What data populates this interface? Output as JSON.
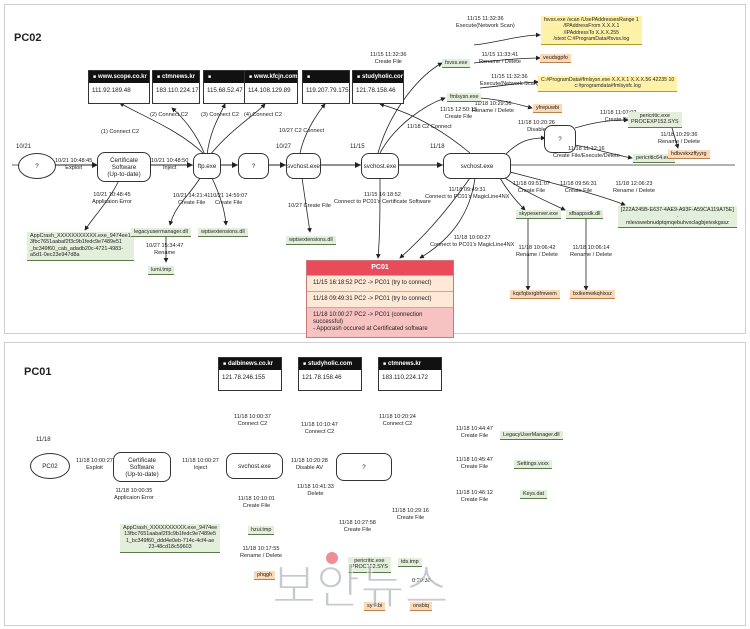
{
  "pc02": {
    "title": "PC02",
    "dates": [
      "10/21",
      "10/27",
      "11/15",
      "11/18"
    ],
    "nodes": {
      "start": "?",
      "software": "Certificate\nSoftware\n(Up-to-date)",
      "ftp": "ftp.exe",
      "unknown1": "?",
      "svchost1": "svchost.exe",
      "svchost2": "svchost.exe",
      "svchost3": "svchost.exe",
      "unknown2": "?"
    },
    "c2": [
      {
        "host": "www.scope.co.kr",
        "ip": "111.92.189.48"
      },
      {
        "host": "ctmnews.kr",
        "ip": "183.110.224.17"
      },
      {
        "host": "www.kfcjn.com",
        "ip": "115.68.52.47"
      },
      {
        "host": "",
        "ip": "114.108.129.89"
      },
      {
        "host": "",
        "ip": "119.207.79.175"
      },
      {
        "host": "studyholic.com",
        "ip": "121.78.158.46"
      }
    ],
    "labels": {
      "exploit": "10/21 10:48:45\nExploit",
      "inject": "10/21 10:48:50\nInject",
      "apperror": "10/21 10:48:45\nApplicaion Error",
      "c2_1": "(1) Connect C2",
      "c2_2": "(2) Connect C2",
      "c2_3": "(3) Connect C2",
      "c2_4": "(4) Connect C2",
      "c2_5": "10/27 C2 Connect",
      "createfile_ftp1": "10/21 14:21:41\nCreate File",
      "createfile_ftp2": "10/21 14:59:07\nCreate File",
      "rename_ftp": "10/27 15:34:47\nRename",
      "createfile_svc1": "10/27 Create File",
      "createfile_svc2": "11/15 11:32:36\nCreate File",
      "exec_scan": "11/15 11:32:36\nExecute(Network Scan)",
      "rename_del1": "11/15 11:33:41\nRename / Delete",
      "exec_scan2": "11/15 11:32:36\nExecute(Network Scan)",
      "create_1250": "11/15 12:50:13\nCreate File",
      "rename_del2": "11/18 10:29:36\nRename / Delete",
      "c2_connect_1118": "11/18 C2 Connect",
      "connect_pc01_cert": "11/15 16:18:52\nConnect to PC01's Certificate Software",
      "connect_pc01_ml": "11/18 09:49:31\nConnect to PC01's MagicLine4NX",
      "connect_pc01_ml2": "11/18 10:00:27\nConnect to PC01's MagicLine4NX",
      "disable": "11/18 10:20:26\nDisable",
      "create_exec_del": "11/18 11:12:16\nCreate File/Execute/Delete",
      "cf_1107": "11/18 11:07:02\nCreate File",
      "rename_del3": "11/18 10:29:36\nRename / Delete",
      "cf_0951": "11/18 09:51:07\nCreate File",
      "cf_0956": "11/18 09:56:31\nCreate File",
      "cf_1206": "11/18 12:06:23\nRename / Delete",
      "rd_0642": "11/18 10:06:42\nRename / Delete",
      "rd_0614": "11/18 10:06:14\nRename / Delete"
    },
    "files": {
      "appcrash": "AppCrash_XXXXXXXXXXX.exe_9474ee1\n3fbc7651aabaf2f3c9b1fedc9e7489e51\n_bc349f60_cab_adadb20c-4721-4983-\na5d1-0ec23e947d8a",
      "legacyuser": "legacyusermanager.dll",
      "wptsext": "wptsextensions.dll",
      "lumtmp": "lumi.tmp",
      "wptsext2": "wptsextensions.dll",
      "fsvss": "fsvss.exe",
      "fmlsysn": "fmlsysn.exe",
      "veudsgpfo": "veudsgpfo",
      "yfrepuwbi": "yfrepuwbi",
      "pericritic_exe": "pericritic.exe\nPROCEXP152.SYS",
      "pericritic64": "pericritic64.exe",
      "hdbvvkxzffyyrg": "hdbvvkxzffyyrg",
      "skypeserver": "skypeserver.exe",
      "sfbappsdk": "sfbappsdk.dll",
      "guid": "[222A245B-E637-4AE9-A93F-A59CA119A75E]\n.\nmlevswebnudptqmqebuhvxclagbjeivskgssz",
      "kqcfqbxrgbfmwem": "kqcfqbxrgbfmwem",
      "bxikemwkqhixsz": "bxikemwkqhixsz"
    },
    "cmds": {
      "fsvss_cmd": "fsvss.exe /scan /UsePAddressesRange 1\n/IPAddressFrom X.X.X.1\n/IPAddressTo X.X.X.255\n/stext C:#ProgramData#fsvss.log",
      "fmlsysn_cmd": "C:#ProgramData#fmlsysn.exe X.X.X.1 X.X.X.56 42235 10\nc:#programdata#fmlsysfc.log"
    },
    "pc01_box": {
      "title": "PC01",
      "rows": [
        "11/15 16:18:52 PC2 -> PC01 (try to connect)",
        "11/18 09:49:31 PC2 -> PC01 (try to connect)",
        "11/18 10:00:27 PC2 -> PC01 (connection successful)\n- Appcrash occured at Certificated software"
      ]
    }
  },
  "pc01": {
    "title": "PC01",
    "date": "11/18",
    "nodes": {
      "pc02": "PC02",
      "software": "Certificate\nSoftware\n(Up-to-date)",
      "svchost": "svchost.exe",
      "unknown": "?"
    },
    "c2": [
      {
        "host": "dalbinews.co.kr",
        "ip": "121.78.246.155"
      },
      {
        "host": "studyholic.com",
        "ip": "121.78.158.46"
      },
      {
        "host": "ctmnews.kr",
        "ip": "183.110.224.172"
      }
    ],
    "labels": {
      "exploit": "11/18 10:00:27\nExploit",
      "inject": "11/18 10:00:27\nInject",
      "apperror": "11/18 10:00:35\nApplicaion Error",
      "c2_1": "11/18 10:00:37\nConnect C2",
      "c2_2": "11/18 10:10:47\nConnect C2",
      "c2_3": "11/18 10:20:24\nConnect C2",
      "disable_av": "11/18 10:20:28\nDisable AV",
      "delete": "11/18 10:41:33\nDelete",
      "cf_1001": "11/18 10:10:01\nCreate File",
      "rd_1755": "11/18 10:17:55\nRename / Delete",
      "cf_2758": "11/18 10:27:58\nCreate File",
      "cf_2916": "11/18 10:29:16\nCreate File",
      "cf_4447": "11/18 10:44:47\nCreate File",
      "cf_4547": "11/18 10:45:47\nCreate File",
      "cf_4612": "11/18 10:46:12\nCreate File"
    },
    "files": {
      "appcrash": "AppCrash_XXXXXXXXXX.exe_9474ee\n13fbc7651aabaf2f3c9b1fedc9e7489e5\n1_bc349f60_ddd4e0eb-714c-4cf4-ae\n23-48cd18c59603",
      "hzui": "hzui.tmp",
      "phqgh": "phqgh",
      "pericritic": "pericritic.exe\nPROC152.SYS",
      "tds": "tds.tmp",
      "synkbi": "synkbi",
      "onsbiq": "onsbiq",
      "legacyuser": "LegacyUserManager.dll",
      "settings": "Settings.vxxx",
      "keys": "Keys.dat",
      "rd_029": "0:29:36"
    },
    "watermark": "보안뉴스"
  }
}
